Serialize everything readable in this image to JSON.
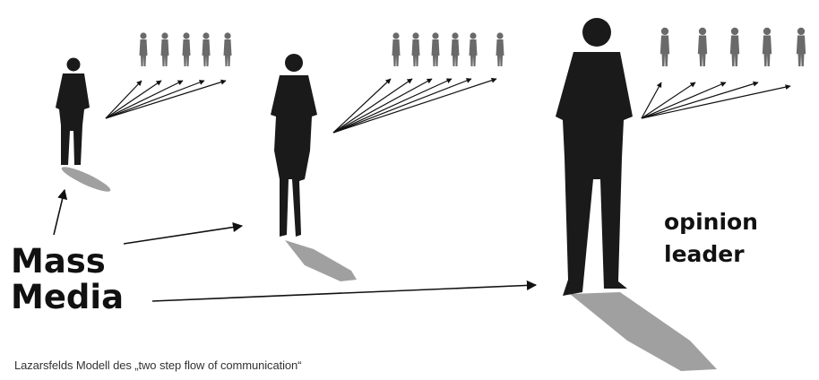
{
  "diagram": {
    "mass_media_line1": "Mass",
    "mass_media_line2": "Media",
    "opinion_leader_line1": "opinion",
    "opinion_leader_line2": "leader",
    "caption": "Lazarsfelds Modell des „two step flow of communication“"
  },
  "colors": {
    "figure": "#1a1a1a",
    "follower": "#6a6a6a",
    "shadow": "#9a9a9a",
    "arrow": "#111111"
  }
}
